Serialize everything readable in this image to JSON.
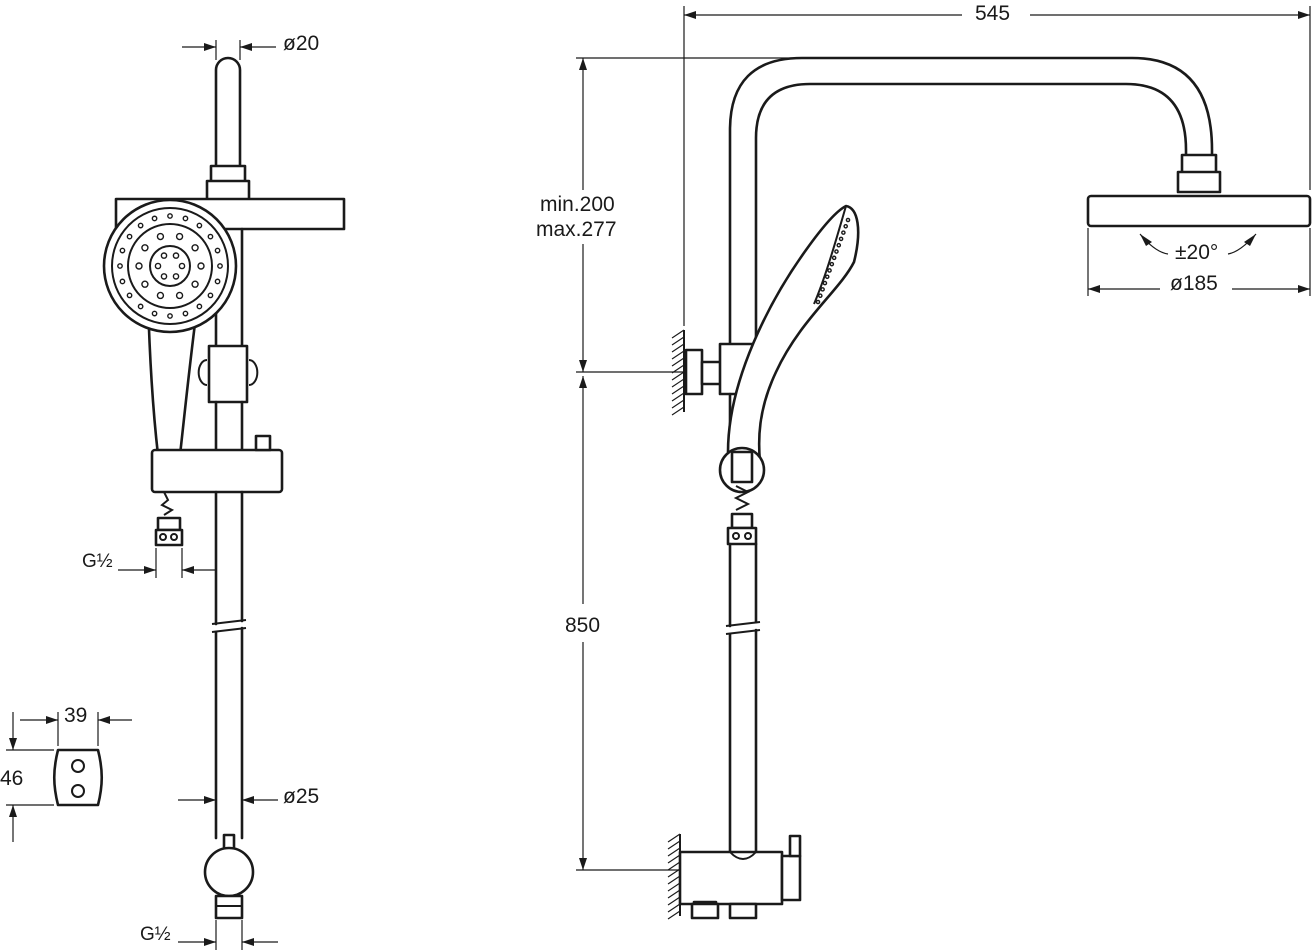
{
  "dimensions": {
    "upper_pipe_diameter": "ø20",
    "lower_pipe_diameter": "ø25",
    "handshower_connection": "G½",
    "inlet_connection": "G½",
    "wall_bracket_width": "39",
    "wall_bracket_height": "46",
    "overall_projection": "545",
    "height_adjust_min": "min.200",
    "height_adjust_max": "max.277",
    "tilt_angle": "±20°",
    "head_diameter": "ø185",
    "column_height": "850"
  }
}
